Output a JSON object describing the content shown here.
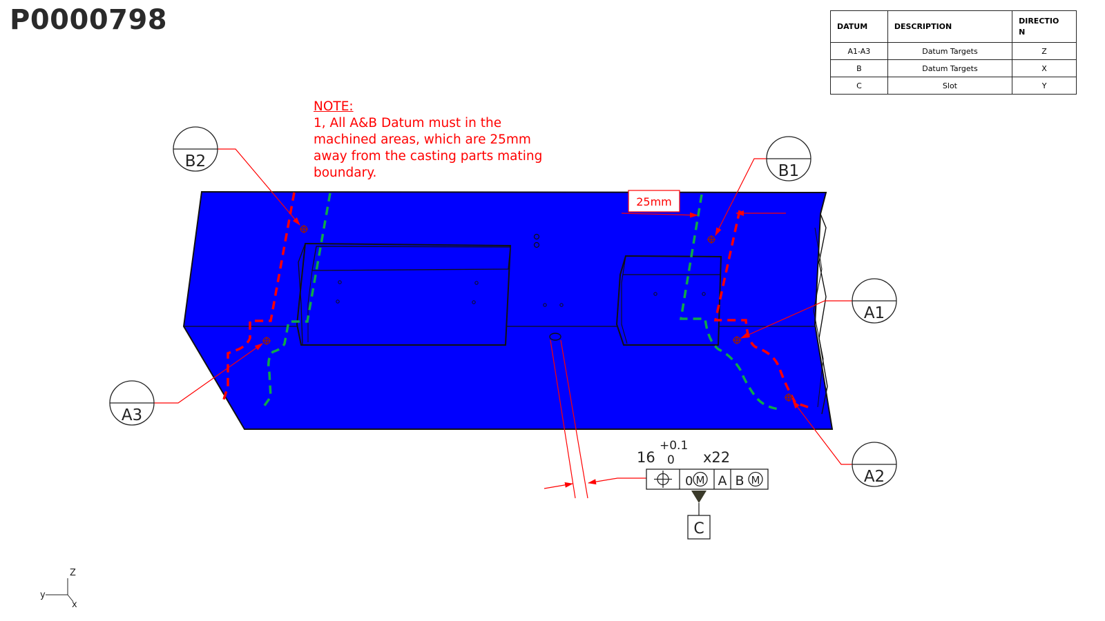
{
  "part_number": "P0000798",
  "datum_table": {
    "headers": [
      "DATUM",
      "DESCRIPTION",
      "DIRECTIO\nN"
    ],
    "rows": [
      [
        "A1-A3",
        "Datum Targets",
        "Z"
      ],
      [
        "B",
        "Datum Targets",
        "X"
      ],
      [
        "C",
        "Slot",
        "Y"
      ]
    ]
  },
  "note": {
    "title": "NOTE:",
    "lines": [
      "1, All A&B Datum must in the",
      "machined areas, which are 25mm",
      "away from the casting parts mating",
      "boundary."
    ]
  },
  "dimension_25mm": "25mm",
  "balloons": {
    "b2": "B2",
    "b1": "B1",
    "a1": "A1",
    "a2": "A2",
    "a3": "A3"
  },
  "slot_callout": {
    "size": "16",
    "tol_upper": "+0.1",
    "tol_lower": "0",
    "count": "x22",
    "tolerance_value": "0",
    "modifier": "M",
    "datum_primary": "A",
    "datum_secondary": "B",
    "datum_secondary_modifier": "M",
    "datum_feature": "C"
  },
  "axis_triad": {
    "z": "Z",
    "y": "y",
    "x": "x"
  },
  "colors": {
    "part_fill": "#0000ff",
    "annotation_red": "#ff0000",
    "boundary_green": "#10a84a",
    "outline": "#111111"
  }
}
